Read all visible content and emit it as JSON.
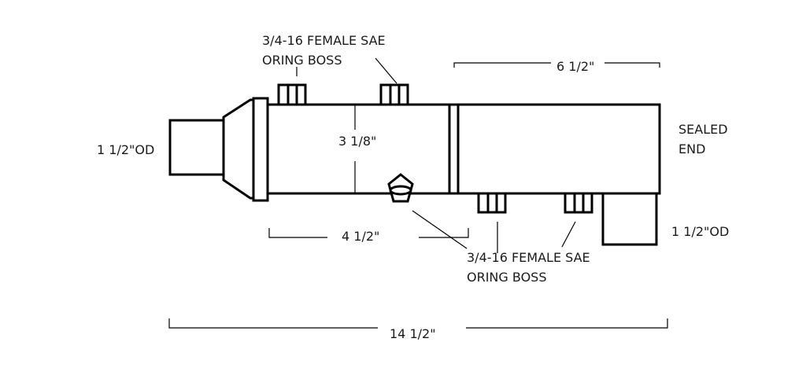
{
  "labels": {
    "top_port_line1": "3/4-16 FEMALE SAE",
    "top_port_line2": "ORING BOSS",
    "bottom_port_line1": "3/4-16 FEMALE SAE",
    "bottom_port_line2": "ORING BOSS",
    "inlet_od": "1 1/2\"OD",
    "outlet_od": "1 1/2\"OD",
    "sealed_line1": "SEALED",
    "sealed_line2": "END",
    "diameter": "3 1/8\"",
    "dim_right_section": "6 1/2\"",
    "dim_left_section": "4 1/2\"",
    "dim_overall": "14 1/2\""
  },
  "colors": {
    "line": "#000000",
    "text": "#1a1a1a",
    "background": "#ffffff"
  }
}
